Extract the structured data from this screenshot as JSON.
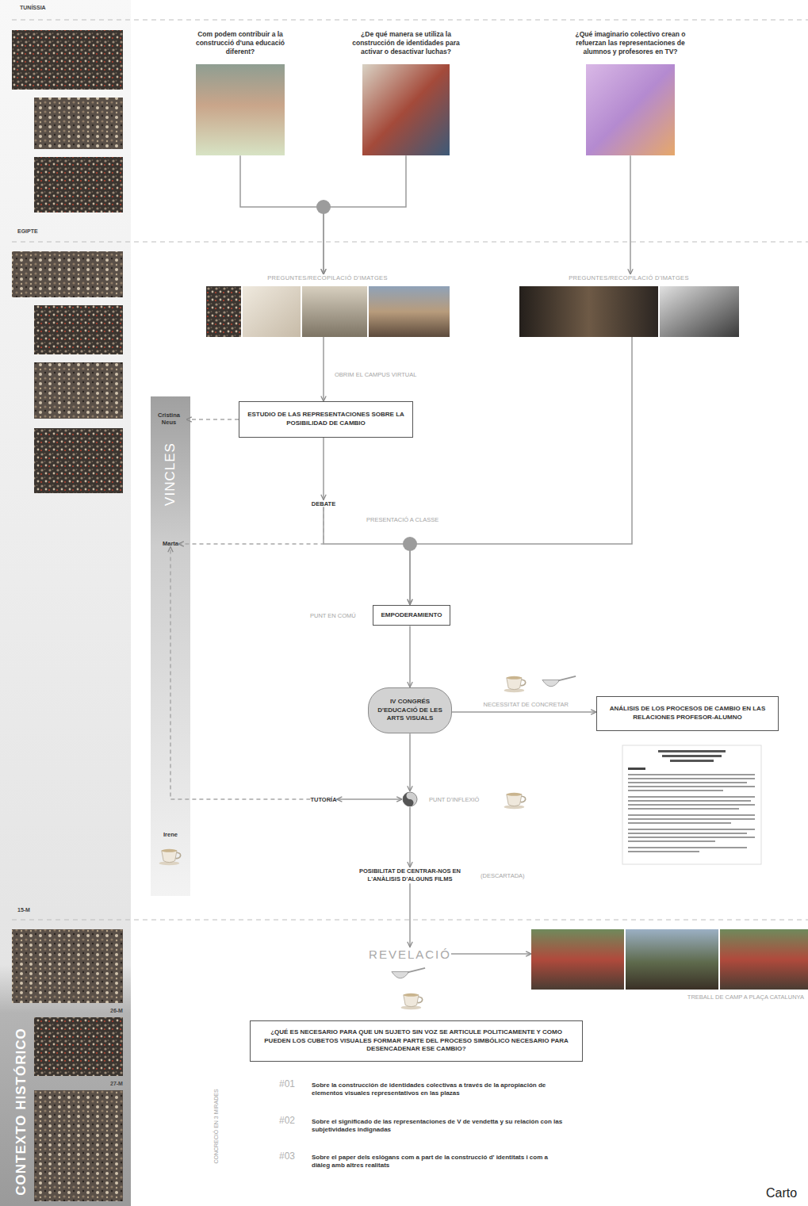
{
  "diagram": {
    "nodes": [
      {
        "text": [
          "Com podem contribuir a la construcció d'una educació diferent?"
        ]
      },
      {
        "text": [
          "¿De qué manera se utiliza la construcción de identidades para activar o desactivar luchas?"
        ]
      },
      {
        "text": [
          "¿Qué imaginario colectivo crean o refuerzan las representaciones de alumnos y profesores en TV?"
        ]
      },
      {
        "text": [
          "PREGUNTES/RECOPILACIÓ D'IMATGES"
        ]
      },
      {
        "text": [
          "PREGUNTES/RECOPILACIÓ D'IMATGES"
        ]
      },
      {
        "text": [
          "ESTUDIO DE LAS REPRESENTACIONES SOBRE LA POSIBILIDAD DE CAMBIO"
        ]
      },
      {
        "text": [
          "VINCLES"
        ]
      },
      {
        "text": [
          "Cristina Neus"
        ],
        "in": 6
      },
      {
        "text": [
          "Marta"
        ],
        "in": 6
      },
      {
        "text": [
          "Irene"
        ],
        "in": 6
      },
      {
        "text": [
          "DEBATE"
        ]
      },
      {
        "text": [
          "EMPODERAMIENTO"
        ]
      },
      {
        "text": [
          "IV CONGRÉS D'EDUCACIÓ DE LES ARTS VISUALS"
        ]
      },
      {
        "text": [
          "ANÁLISIS DE LOS PROCESOS DE CAMBIO EN LAS RELACIONES PROFESOR-ALUMNO"
        ]
      },
      {
        "text": [
          "TUTORÍA"
        ]
      },
      {
        "text": [
          "PUNT D'INFLEXIÓ"
        ]
      },
      {
        "text": [
          "POSIBILITAT DE CENTRAR-NOS EN L'ANÀLISIS D'ALGUNS FILMS",
          "(DESCARTADA)"
        ]
      },
      {
        "text": [
          "REVELACIÓ"
        ]
      },
      {
        "text": [
          "TREBALL DE CAMP A PLAÇA CATALUNYA"
        ]
      },
      {
        "text": [
          "¿QUÉ ES NECESARIO PARA QUE UN SUJETO SIN VOZ SE ARTICULE POLITICAMENTE Y COMO PUEDEN LOS CUBETOS VISUALES FORMAR PARTE DEL PROCESO SIMBÓLICO NECESARIO PARA DESENCADENAR ESE CAMBIO?"
        ]
      },
      {
        "text": [
          "CONTEXTO HISTÓRICO"
        ]
      }
    ],
    "edges": [
      {
        "from": 0,
        "to": 3,
        "arrow": "to"
      },
      {
        "from": 1,
        "to": 3,
        "arrow": "to"
      },
      {
        "from": 2,
        "to": 4,
        "arrow": "to"
      },
      {
        "from": 3,
        "to": 5,
        "label": "OBRIM EL CAMPUS VIRTUAL",
        "arrow": "to"
      },
      {
        "from": 5,
        "to": 7,
        "arrow": "to"
      },
      {
        "from": 5,
        "to": 10,
        "arrow": "to"
      },
      {
        "from": 10,
        "to": 11,
        "label": "PRESENTACIÓ A CLASSE",
        "arrow": "to"
      },
      {
        "from": 4,
        "to": 11,
        "arrow": "to"
      },
      {
        "from": 10,
        "to": 8,
        "arrow": "to"
      },
      {
        "from": 11,
        "to": 12,
        "arrow": "to"
      },
      {
        "from": 12,
        "to": 13,
        "label": "NECESSITAT DE CONCRETAR",
        "arrow": "to"
      },
      {
        "from": 12,
        "to": 15,
        "arrow": "to"
      },
      {
        "from": 14,
        "to": 15,
        "arrow": "both"
      },
      {
        "from": 14,
        "to": 8,
        "arrow": "to"
      },
      {
        "from": 15,
        "to": 16,
        "arrow": "to"
      },
      {
        "from": 16,
        "to": 17,
        "arrow": "to"
      },
      {
        "from": 17,
        "to": 18,
        "arrow": "to"
      }
    ],
    "labels": [
      "TUNÍSSIA",
      "EGIPTE",
      "15-M",
      "26-M",
      "27-M",
      "PUNT EN COMÚ",
      "#01",
      "Sobre la construcción de identidades colectivas a través de la apropiación de elementos visuales representativos en las plazas",
      "#02",
      "Sobre el significado de las representaciones de V de vendetta y su relación con las subjetividades indignadas",
      "#03",
      "Sobre el paper dels eslògans com a part de la construcció d' identitats i com a diàleg amb altres realitats",
      "CONCRECIÓ EN 3 MIRADES",
      "Carto"
    ]
  }
}
